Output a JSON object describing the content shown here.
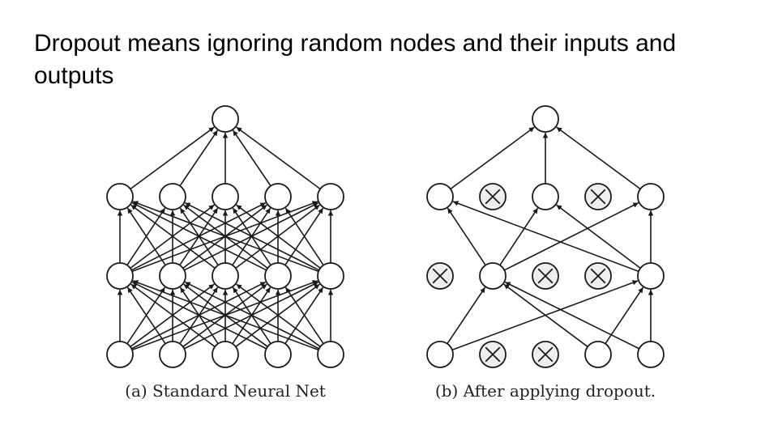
{
  "slide": {
    "title": "Dropout means ignoring random nodes and their inputs and outputs"
  },
  "diagrams": [
    {
      "id": "standard",
      "caption": "(a) Standard Neural Net",
      "layers": [
        [
          "active",
          "active",
          "active",
          "active",
          "active"
        ],
        [
          "active",
          "active",
          "active",
          "active",
          "active"
        ],
        [
          "active",
          "active",
          "active",
          "active",
          "active"
        ],
        [
          "active"
        ]
      ],
      "connections": "full"
    },
    {
      "id": "dropout",
      "caption": "(b) After applying dropout.",
      "layers": [
        [
          "active",
          "dropped",
          "dropped",
          "active",
          "active"
        ],
        [
          "dropped",
          "active",
          "dropped",
          "dropped",
          "active"
        ],
        [
          "active",
          "dropped",
          "active",
          "dropped",
          "active"
        ],
        [
          "active"
        ]
      ],
      "connections": "active-only"
    }
  ],
  "colors": {
    "node_stroke": "#1a1a1a",
    "edge": "#1a1a1a",
    "dropped_fill": "#eeeeee"
  }
}
